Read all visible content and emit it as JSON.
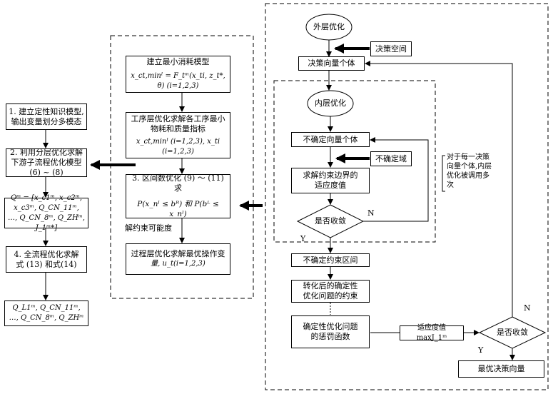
{
  "left_steps": {
    "step1": [
      "1. 建立定性知识模型,",
      "输出变量划分多模态"
    ],
    "step2": [
      "2. 利用分层优化求解",
      "下游子流程优化模型",
      "(6) ~ (8)"
    ],
    "q_vector": [
      "Qᵐ = [x_c1ᵐ, x_c2ᵐ, x_c3ᵐ, Q_CN_11ᵐ,",
      "…, Q_CN_8ᵐ, Q_ZHᵐ, J_1ᵐ*]"
    ],
    "step4": [
      "4. 全流程优化求解",
      "式 (13) 和式(14)"
    ],
    "result": "Q_L1ᵐ, Q_CN_11ᵐ, …, Q_CN_8ᵐ, Q_ZHᵐ"
  },
  "middle": {
    "model_title": "建立最小消耗模型",
    "model_formula": "x_ct,minˡ = F_tᵐ(x_ti, z_t*, θ) (i=1,2,3)",
    "process_text": [
      "工序层优化求解各工序最小",
      "物耗和质量指标"
    ],
    "process_formula": "x_ct,minˡ (i=1,2,3),  x_ti (i=1,2,3)",
    "interval_title": "3. 区间数优化 (9) ～ (11) 求",
    "interval_formula": "P(x_nˡ ≤ bᴿ) 和 P(bᴸ ≤ x_nˡ)",
    "feasibility": "解约束可能度",
    "process_opt": [
      "过程层优化求解最优操作变",
      "量, u_t(i=1,2,3)"
    ]
  },
  "right": {
    "outer_opt": "外层优化",
    "decision_space": "决策空间",
    "decision_individual": "决策向量个体",
    "inner_opt": "内层优化",
    "uncertain_individual": "不确定向量个体",
    "uncertain_domain": "不确定域",
    "fitness_bounds": [
      "求解约束边界的",
      "适应度值"
    ],
    "converged_inner": "是否收敛",
    "n_label": "N",
    "y_label": "Y",
    "uncertain_interval": "不确定约束区间",
    "transformed": [
      "转化后的确定性",
      "优化问题的约束"
    ],
    "penalty": [
      "确定性优化问题",
      "的惩罚函数"
    ],
    "fitness_value": "适应度值  maxJ_1ᵐ",
    "converged_outer": "是否收敛",
    "n_outer": "N",
    "y_outer": "Y",
    "optimal": "最优决策向量",
    "note": [
      "对于每一决策",
      "向量个体,内层",
      "优化被调用多",
      "次"
    ]
  }
}
